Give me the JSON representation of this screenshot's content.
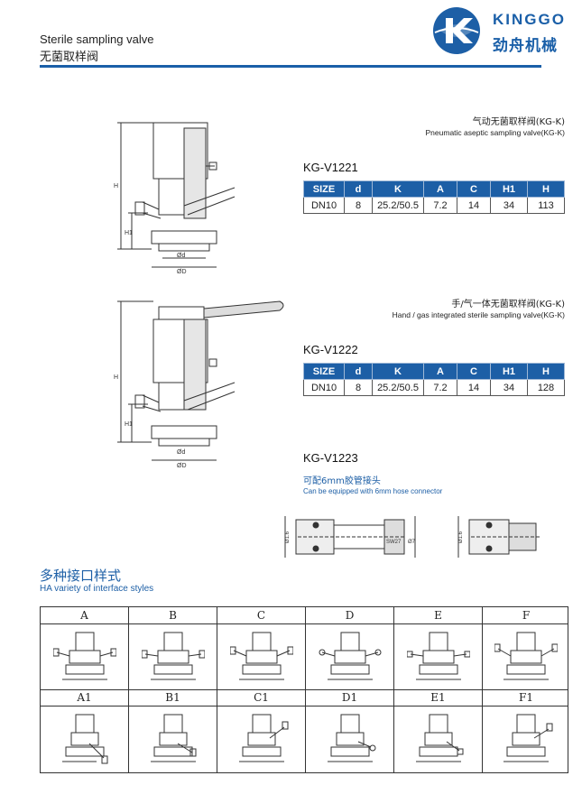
{
  "header": {
    "title_en": "Sterile sampling valve",
    "title_cn": "无菌取样阀",
    "brand_name": "KINGGO",
    "brand_cn": "劲舟机械",
    "accent_color": "#1d5fa6"
  },
  "products": [
    {
      "model": "KG-V1221",
      "caption_cn": "气动无菌取样阀(KG-K)",
      "caption_en": "Pneumatic aseptic sampling valve(KG-K)",
      "dim_labels": {
        "h": "H",
        "h1": "H1",
        "d": "Ød",
        "D": "ØD"
      },
      "table": {
        "headers": [
          "SIZE",
          "d",
          "K",
          "A",
          "C",
          "H1",
          "H"
        ],
        "row": [
          "DN10",
          "8",
          "25.2/50.5",
          "7.2",
          "14",
          "34",
          "113"
        ]
      }
    },
    {
      "model": "KG-V1222",
      "caption_cn": "手/气一体无菌取样阀(KG-K)",
      "caption_en": "Hand / gas integrated sterile sampling valve(KG-K)",
      "dim_labels": {
        "h": "H",
        "h1": "H1",
        "d": "Ød",
        "D": "ØD"
      },
      "table": {
        "headers": [
          "SIZE",
          "d",
          "K",
          "A",
          "C",
          "H1",
          "H"
        ],
        "row": [
          "DN10",
          "8",
          "25.2/50.5",
          "7.2",
          "14",
          "34",
          "128"
        ]
      }
    },
    {
      "model": "KG-V1223",
      "note_cn": "可配6mm胶管接头",
      "note_en": "Can be equipped with 6mm hose connector",
      "dim_labels": {
        "left": "Ø1.6",
        "mid": "SW27",
        "mid2": "Ø7",
        "right": "Ø1.6"
      }
    }
  ],
  "interfaces": {
    "title_cn": "多种接口样式",
    "title_en": "HA variety of interface styles",
    "row1": [
      "A",
      "B",
      "C",
      "D",
      "E",
      "F"
    ],
    "row2": [
      "A1",
      "B1",
      "C1",
      "D1",
      "E1",
      "F1"
    ]
  }
}
